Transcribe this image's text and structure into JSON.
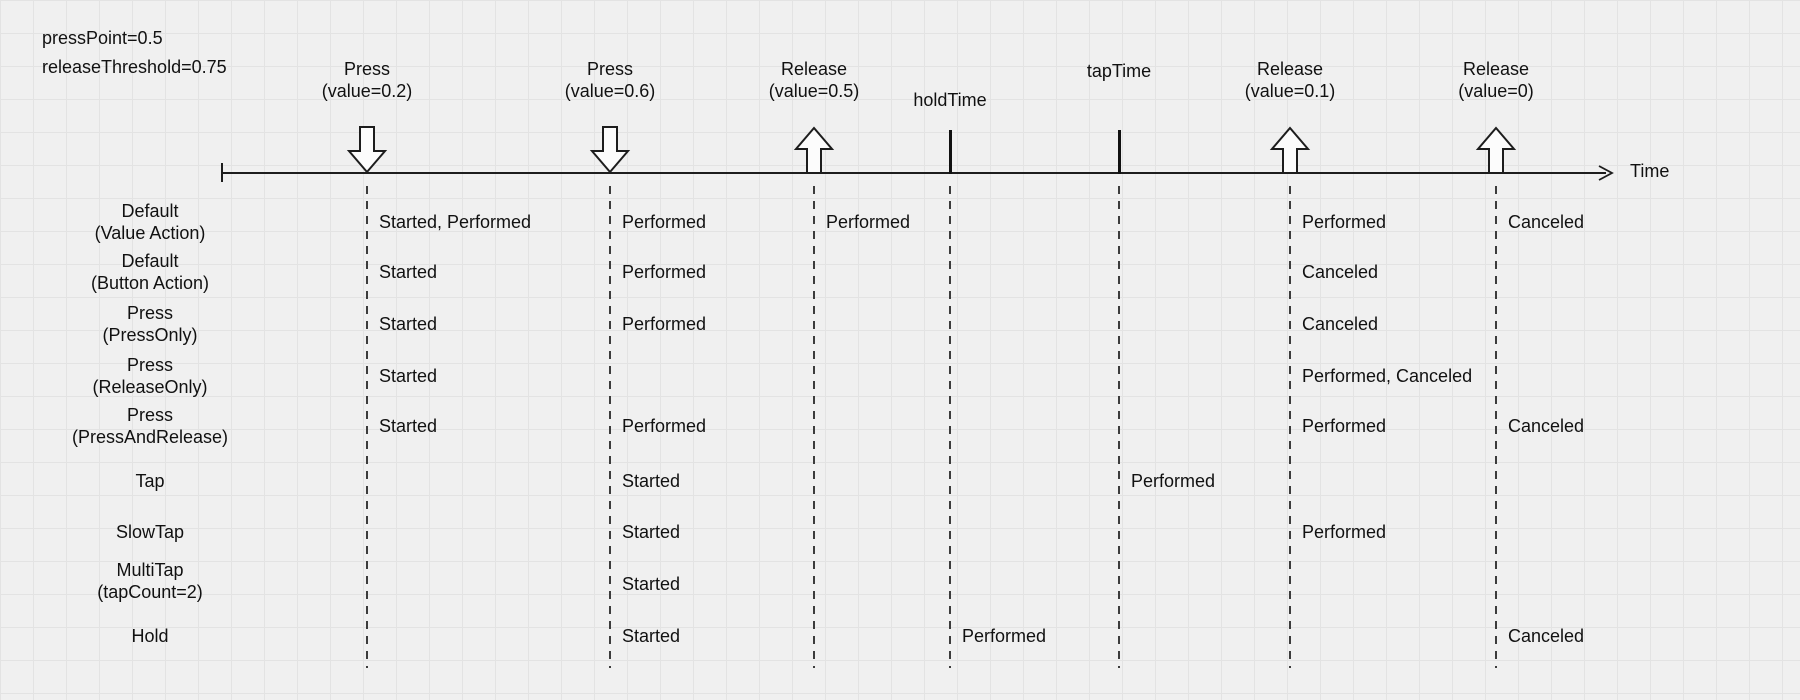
{
  "colors": {
    "background": "#f0f0f0",
    "grid": "#e3e3e3",
    "line": "#1d1d1d",
    "text": "#111111"
  },
  "config": {
    "press_point": "pressPoint=0.5",
    "release_threshold": "releaseThreshold=0.75"
  },
  "timeline": {
    "axis_label": "Time"
  },
  "events": [
    {
      "id": "press-0.2",
      "line1": "Press",
      "line2": "(value=0.2)",
      "marker": "arrow-down"
    },
    {
      "id": "press-0.6",
      "line1": "Press",
      "line2": "(value=0.6)",
      "marker": "arrow-down"
    },
    {
      "id": "release-0.5",
      "line1": "Release",
      "line2": "(value=0.5)",
      "marker": "arrow-up"
    },
    {
      "id": "holdTime",
      "line1": "holdTime",
      "marker": "tick"
    },
    {
      "id": "tapTime",
      "line1": "tapTime",
      "marker": "tick"
    },
    {
      "id": "release-0.1",
      "line1": "Release",
      "line2": "(value=0.1)",
      "marker": "arrow-up"
    },
    {
      "id": "release-0",
      "line1": "Release",
      "line2": "(value=0)",
      "marker": "arrow-up"
    }
  ],
  "rows": [
    {
      "line1": "Default",
      "line2": "(Value Action)",
      "annotations": [
        {
          "at": "press-0.2",
          "text": "Started, Performed"
        },
        {
          "at": "press-0.6",
          "text": "Performed"
        },
        {
          "at": "release-0.5",
          "text": "Performed"
        },
        {
          "at": "release-0.1",
          "text": "Performed"
        },
        {
          "at": "release-0",
          "text": "Canceled"
        }
      ]
    },
    {
      "line1": "Default",
      "line2": "(Button Action)",
      "annotations": [
        {
          "at": "press-0.2",
          "text": "Started"
        },
        {
          "at": "press-0.6",
          "text": "Performed"
        },
        {
          "at": "release-0.1",
          "text": "Canceled"
        }
      ]
    },
    {
      "line1": "Press",
      "line2": "(PressOnly)",
      "annotations": [
        {
          "at": "press-0.2",
          "text": "Started"
        },
        {
          "at": "press-0.6",
          "text": "Performed"
        },
        {
          "at": "release-0.1",
          "text": "Canceled"
        }
      ]
    },
    {
      "line1": "Press",
      "line2": "(ReleaseOnly)",
      "annotations": [
        {
          "at": "press-0.2",
          "text": "Started"
        },
        {
          "at": "release-0.1",
          "text": "Performed, Canceled"
        }
      ]
    },
    {
      "line1": "Press",
      "line2": "(PressAndRelease)",
      "annotations": [
        {
          "at": "press-0.2",
          "text": "Started"
        },
        {
          "at": "press-0.6",
          "text": "Performed"
        },
        {
          "at": "release-0.1",
          "text": "Performed"
        },
        {
          "at": "release-0",
          "text": "Canceled"
        }
      ]
    },
    {
      "line1": "Tap",
      "annotations": [
        {
          "at": "press-0.6",
          "text": "Started"
        },
        {
          "at": "tapTime",
          "text": "Performed"
        }
      ]
    },
    {
      "line1": "SlowTap",
      "annotations": [
        {
          "at": "press-0.6",
          "text": "Started"
        },
        {
          "at": "release-0.1",
          "text": "Performed"
        }
      ]
    },
    {
      "line1": "MultiTap",
      "line2": "(tapCount=2)",
      "annotations": [
        {
          "at": "press-0.6",
          "text": "Started"
        }
      ]
    },
    {
      "line1": "Hold",
      "annotations": [
        {
          "at": "press-0.6",
          "text": "Started"
        },
        {
          "at": "holdTime",
          "text": "Performed"
        },
        {
          "at": "release-0",
          "text": "Canceled"
        }
      ]
    }
  ]
}
